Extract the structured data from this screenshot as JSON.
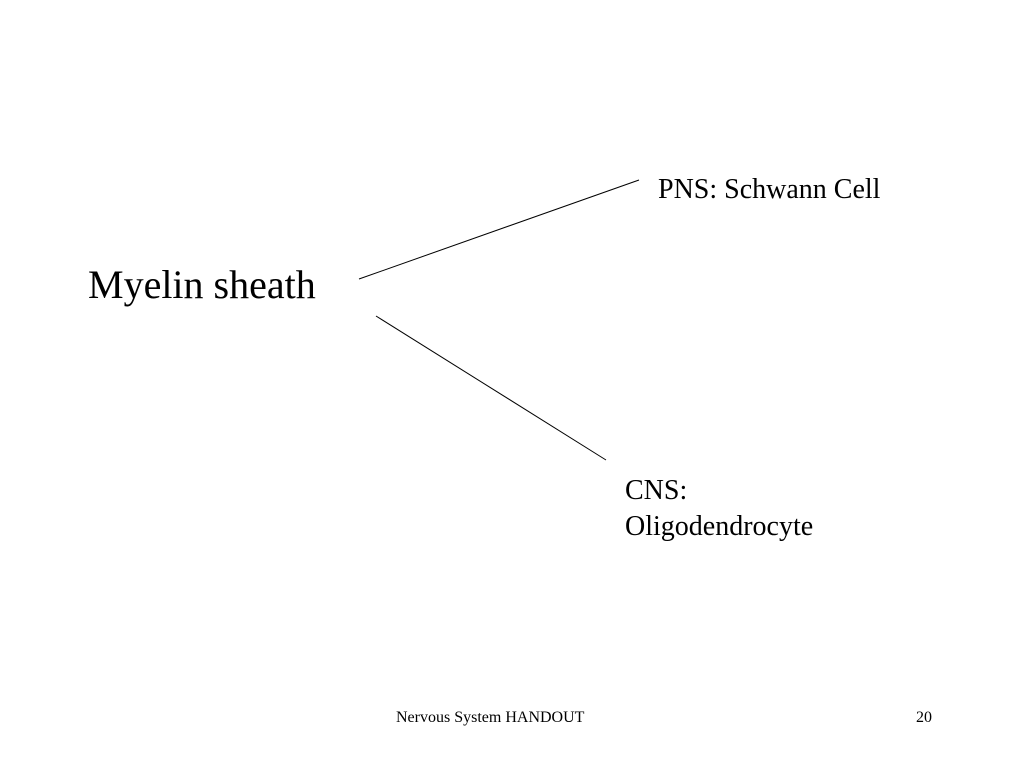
{
  "diagram": {
    "root": "Myelin sheath",
    "branches": [
      {
        "line1": "PNS: Schwann Cell"
      },
      {
        "line1": "CNS:",
        "line2": "Oligodendrocyte"
      }
    ]
  },
  "footer": {
    "title": "Nervous System HANDOUT",
    "page_number": "20"
  }
}
